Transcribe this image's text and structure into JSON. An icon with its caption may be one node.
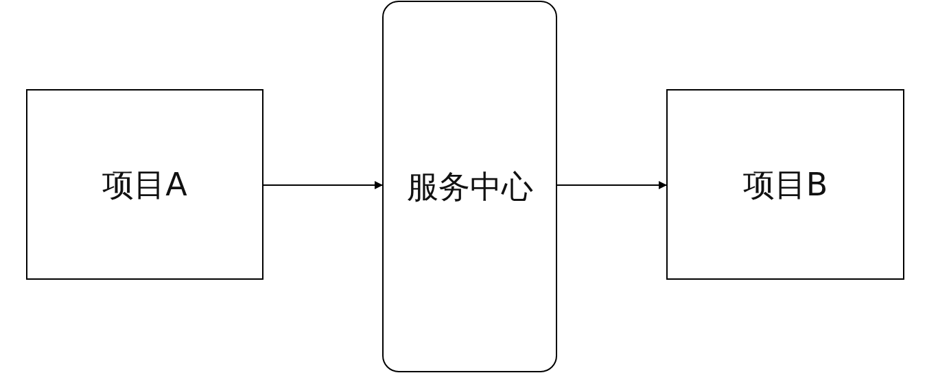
{
  "diagram": {
    "nodes": [
      {
        "text": [
          "项目A"
        ]
      },
      {
        "text": [
          "服务中心"
        ]
      },
      {
        "text": [
          "项目B"
        ]
      }
    ],
    "edges": [
      {
        "from": 0,
        "to": 1,
        "arrow": "to"
      },
      {
        "from": 1,
        "to": 2,
        "arrow": "to"
      }
    ]
  }
}
